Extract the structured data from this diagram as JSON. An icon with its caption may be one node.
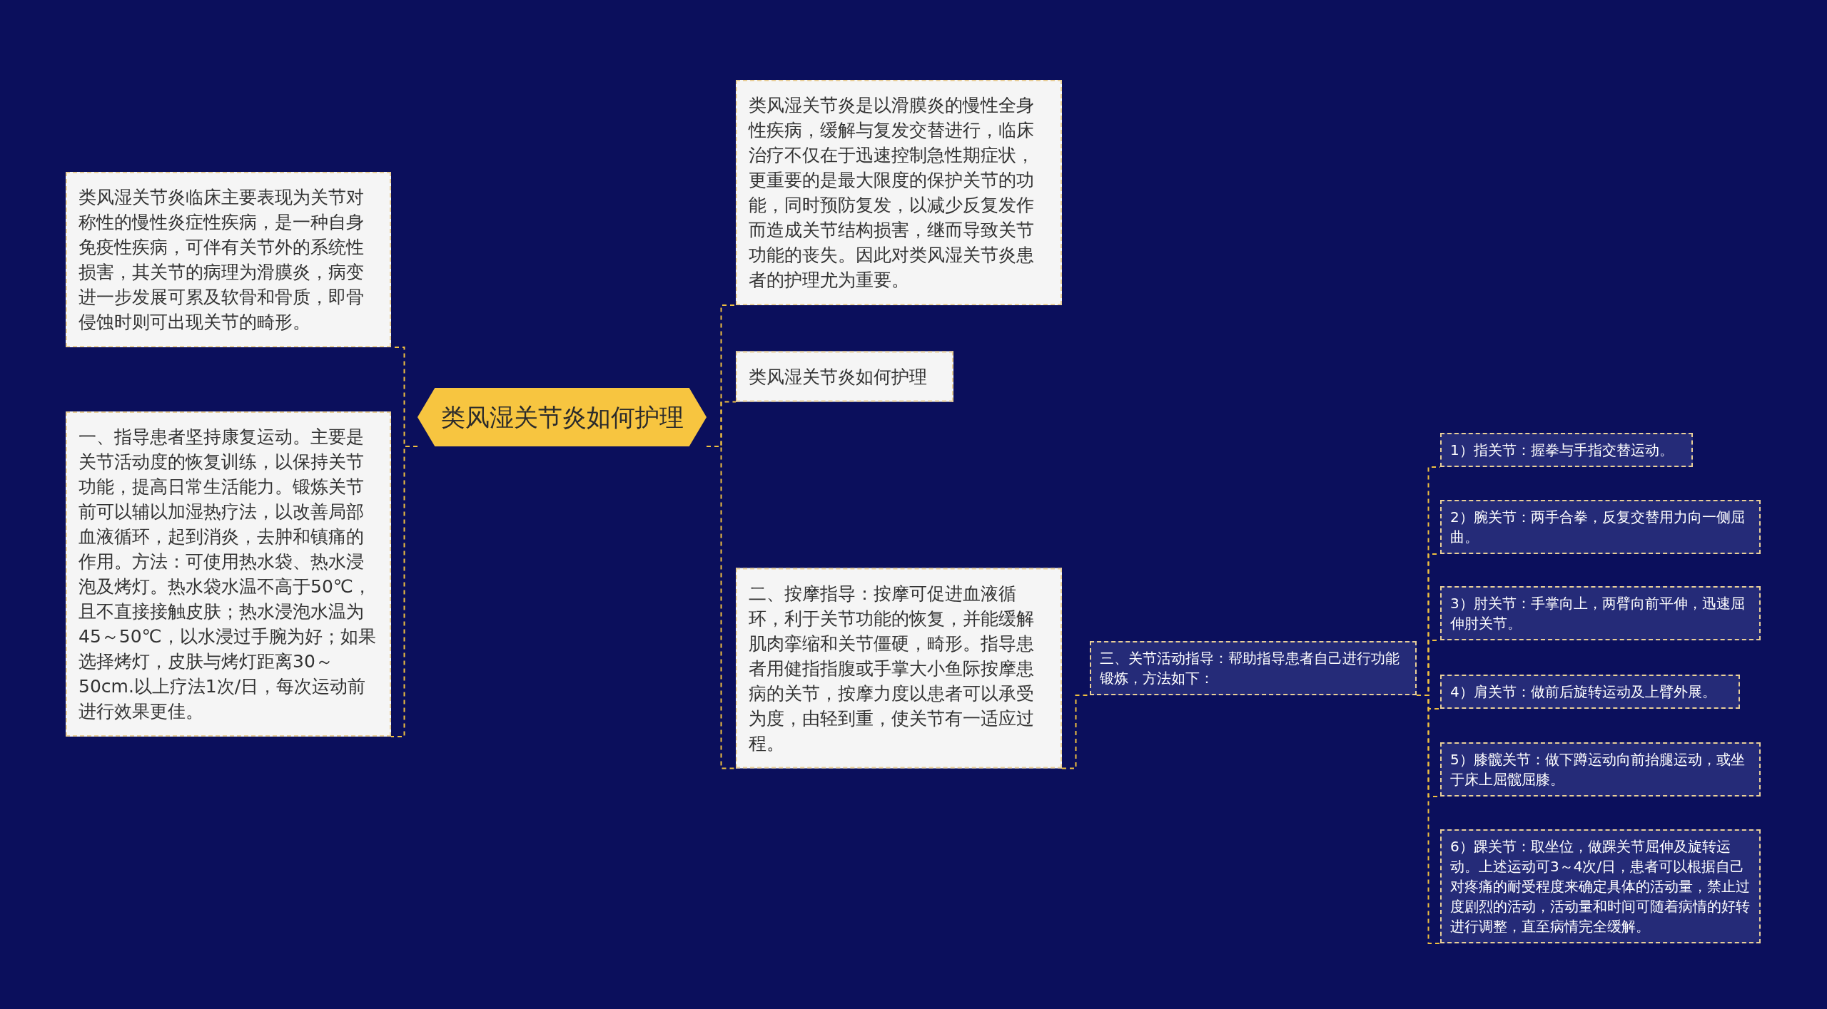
{
  "diagram": {
    "nodes": [
      {
        "text": [
          "类风湿关节炎如何护理"
        ]
      },
      {
        "text": [
          "类风湿关节炎临床主要表现为关节对称性的慢性炎症性疾病，是一种自身免疫性疾病，可伴有关节外的系统性损害，其关节的病理为滑膜炎，病变进一步发展可累及软骨和骨质，即骨侵蚀时则可出现关节的畸形。"
        ]
      },
      {
        "text": [
          "一、指导患者坚持康复运动。主要是关节活动度的恢复训练，以保持关节功能，提高日常生活能力。锻炼关节前可以辅以加湿热疗法，以改善局部血液循环，起到消炎，去肿和镇痛的作用。方法：可使用热水袋、热水浸泡及烤灯。热水袋水温不高于50℃，且不直接接触皮肤；热水浸泡水温为45～50℃，以水浸过手腕为好；如果选择烤灯，皮肤与烤灯距离30～50cm.以上疗法1次/日，每次运动前进行效果更佳。"
        ]
      },
      {
        "text": [
          "类风湿关节炎是以滑膜炎的慢性全身性疾病，缓解与复发交替进行，临床治疗不仅在于迅速控制急性期症状，更重要的是最大限度的保护关节的功能，同时预防复发，以减少反复发作而造成关节结构损害，继而导致关节功能的丧失。因此对类风湿关节炎患者的护理尤为重要。"
        ]
      },
      {
        "text": [
          "类风湿关节炎如何护理"
        ]
      },
      {
        "text": [
          "二、按摩指导：按摩可促进血液循环，利于关节功能的恢复，并能缓解肌肉挛缩和关节僵硬，畸形。指导患者用健指指腹或手掌大小鱼际按摩患病的关节，按摩力度以患者可以承受为度，由轻到重，使关节有一适应过程。"
        ]
      },
      {
        "text": [
          "三、关节活动指导：帮助指导患者自己进行功能锻炼，方法如下："
        ]
      },
      {
        "text": [
          "1）指关节：握拳与手指交替运动。"
        ]
      },
      {
        "text": [
          "2）腕关节：两手合拳，反复交替用力向一侧屈曲。"
        ]
      },
      {
        "text": [
          "3）肘关节：手掌向上，两臂向前平伸，迅速屈伸肘关节。"
        ]
      },
      {
        "text": [
          "4）肩关节：做前后旋转运动及上臂外展。"
        ]
      },
      {
        "text": [
          "5）膝髋关节：做下蹲运动向前抬腿运动，或坐于床上屈髋屈膝。"
        ]
      },
      {
        "text": [
          "6）踝关节：取坐位，做踝关节屈伸及旋转运动。上述运动可3～4次/日，患者可以根据自己对疼痛的耐受程度来确定具体的活动量，禁止过度剧烈的活动，活动量和时间可随着病情的好转进行调整，直至病情完全缓解。"
        ]
      }
    ],
    "edges": [
      {
        "from": 0,
        "to": 1,
        "arrow": "none",
        "style": "dashed"
      },
      {
        "from": 0,
        "to": 2,
        "arrow": "none",
        "style": "dashed"
      },
      {
        "from": 0,
        "to": 3,
        "arrow": "none",
        "style": "dashed"
      },
      {
        "from": 0,
        "to": 4,
        "arrow": "none",
        "style": "dashed"
      },
      {
        "from": 0,
        "to": 5,
        "arrow": "none",
        "style": "dashed"
      },
      {
        "from": 5,
        "to": 6,
        "arrow": "none",
        "style": "dashed"
      },
      {
        "from": 6,
        "to": 7,
        "arrow": "none",
        "style": "dashed"
      },
      {
        "from": 6,
        "to": 8,
        "arrow": "none",
        "style": "dashed"
      },
      {
        "from": 6,
        "to": 9,
        "arrow": "none",
        "style": "dashed"
      },
      {
        "from": 6,
        "to": 10,
        "arrow": "none",
        "style": "dashed"
      },
      {
        "from": 6,
        "to": 11,
        "arrow": "none",
        "style": "dashed"
      },
      {
        "from": 6,
        "to": 12,
        "arrow": "none",
        "style": "dashed"
      }
    ]
  }
}
